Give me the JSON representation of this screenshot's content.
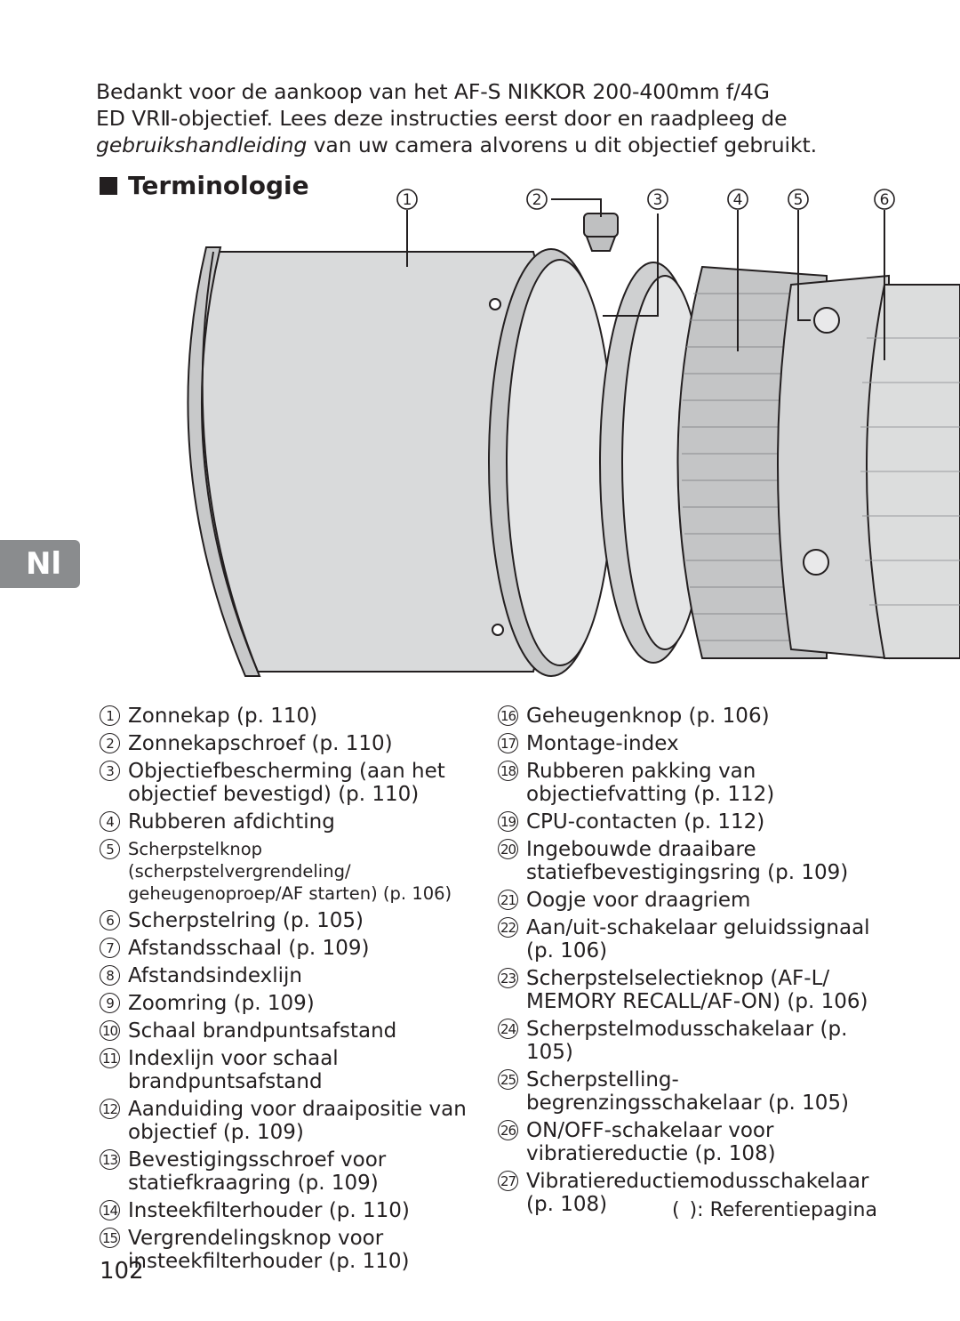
{
  "intro": {
    "line1": "Bedankt voor de aankoop van het AF-S NIKKOR 200-400mm f/4G",
    "line2": "ED VRⅡ-objectief. Lees deze instructies eerst door en raadpleeg de",
    "line3_italic": "gebruikshandleiding",
    "line3_rest": " van uw camera alvorens u dit objectief gebruikt."
  },
  "section_title": "Terminologie",
  "language_tab": "Nl",
  "diagram": {
    "callouts": [
      "1",
      "2",
      "3",
      "4",
      "5",
      "6"
    ]
  },
  "parts_left": [
    {
      "num": "1",
      "text": "Zonnekap (p. 110)"
    },
    {
      "num": "2",
      "text": "Zonnekapschroef (p. 110)"
    },
    {
      "num": "3",
      "text": "Objectiefbescherming (aan het objectief bevestigd) (p. 110)"
    },
    {
      "num": "4",
      "text": "Rubberen afdichting"
    },
    {
      "num": "5",
      "text": "Scherpstelknop (scherpstelvergrendeling/ geheugenoproep/AF starten) (p. 106)"
    },
    {
      "num": "6",
      "text": "Scherpstelring (p. 105)"
    },
    {
      "num": "7",
      "text": "Afstandsschaal (p. 109)"
    },
    {
      "num": "8",
      "text": "Afstandsindexlijn"
    },
    {
      "num": "9",
      "text": "Zoomring (p. 109)"
    },
    {
      "num": "10",
      "text": "Schaal brandpuntsafstand"
    },
    {
      "num": "11",
      "text": "Indexlijn voor schaal brandpuntsafstand"
    },
    {
      "num": "12",
      "text": "Aanduiding voor draaipositie van objectief (p. 109)"
    },
    {
      "num": "13",
      "text": "Bevestigingsschroef voor statiefkraagring (p. 109)"
    },
    {
      "num": "14",
      "text": "Insteekfilterhouder (p. 110)"
    },
    {
      "num": "15",
      "text": "Vergrendelingsknop voor insteekfilterhouder (p. 110)"
    }
  ],
  "parts_right": [
    {
      "num": "16",
      "text": "Geheugenknop (p. 106)"
    },
    {
      "num": "17",
      "text": "Montage-index"
    },
    {
      "num": "18",
      "text": "Rubberen pakking van objectiefvatting (p. 112)"
    },
    {
      "num": "19",
      "text": "CPU-contacten (p. 112)"
    },
    {
      "num": "20",
      "text": "Ingebouwde draaibare statiefbevestigingsring (p. 109)"
    },
    {
      "num": "21",
      "text": "Oogje voor draagriem"
    },
    {
      "num": "22",
      "text": "Aan/uit-schakelaar geluidssignaal (p. 106)"
    },
    {
      "num": "23",
      "text": "Scherpstelselectieknop (AF-L/ MEMORY RECALL/AF-ON) (p. 106)"
    },
    {
      "num": "24",
      "text": "Scherpstelmodusschakelaar (p. 105)"
    },
    {
      "num": "25",
      "text": "Scherpstelling-begrenzingsschakelaar (p. 105)"
    },
    {
      "num": "26",
      "text": "ON/OFF-schakelaar voor vibratiereductie (p. 108)"
    },
    {
      "num": "27",
      "text": "Vibratiereductiemodusschakelaar (p. 108)"
    }
  ],
  "reference_note": "( ): Referentiepagina",
  "page_number": "102"
}
